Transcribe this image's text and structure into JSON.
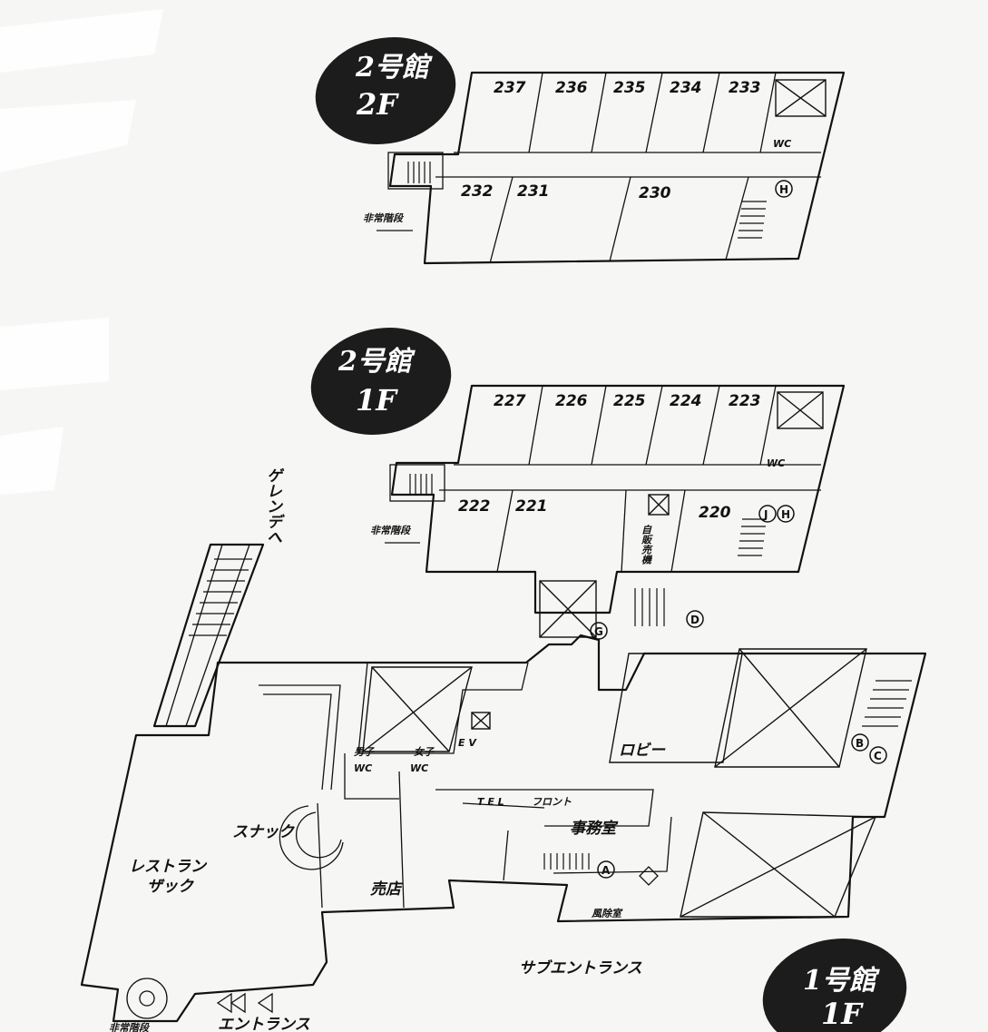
{
  "badges": {
    "b2f": {
      "line1": "2号館",
      "line2": "2F"
    },
    "b1f_annex": {
      "line1": "2号館",
      "line2": "1F"
    },
    "b1f_main": {
      "line1": "1号館",
      "line2": "1F"
    }
  },
  "floor_2f": {
    "rooms_top": [
      "237",
      "236",
      "235",
      "234",
      "233"
    ],
    "rooms_bottom": [
      "232",
      "231",
      "230"
    ],
    "wc": "WC",
    "emergency_stairs": "非常階段",
    "marker_h": "H"
  },
  "floor_1f_annex": {
    "rooms_top": [
      "227",
      "226",
      "225",
      "224",
      "223"
    ],
    "rooms_bottom": [
      "222",
      "221",
      "220"
    ],
    "wc": "WC",
    "emergency_stairs": "非常階段",
    "vending": "自販売機",
    "marker_j": "J",
    "marker_h": "H",
    "marker_g": "G",
    "marker_d": "D"
  },
  "main_1f": {
    "to_slope": "ゲレンデへ",
    "ev": "E V",
    "lobby": "ロビー",
    "male_wc_1": "男子",
    "male_wc_2": "WC",
    "female_wc_1": "女子",
    "female_wc_2": "WC",
    "tel": "T E L",
    "front": "フロント",
    "office": "事務室",
    "snack": "スナック",
    "restaurant_1": "レストラン",
    "restaurant_2": "ザック",
    "shop": "売店",
    "wind_room": "風除室",
    "sub_entrance": "サブエントランス",
    "entrance": "エントランス",
    "emergency_stairs": "非常階段",
    "marker_a": "A",
    "marker_b": "B",
    "marker_c": "C"
  }
}
